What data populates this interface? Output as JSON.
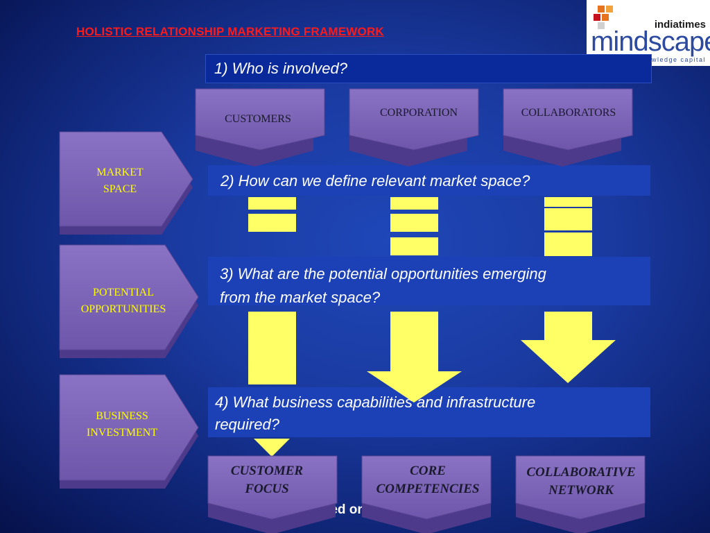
{
  "title": "HOLISTIC RELATIONSHIP MARKETING FRAMEWORK",
  "logo": {
    "top": "indiatimes",
    "main": "mindscape",
    "sub": "wledge capital"
  },
  "questions": {
    "q1": "1) Who is involved?",
    "q2": "2) How can we define relevant market space?",
    "q3_line1": "3) What are the potential opportunities emerging",
    "q3_line2": "from the market space?",
    "q4_line1": "4) What business capabilities and infrastructure",
    "q4_line2": "required?"
  },
  "top_boxes": [
    "CUSTOMERS",
    "CORPORATION",
    "COLLABORATORS"
  ],
  "left_boxes": [
    {
      "line1": "MARKET",
      "line2": "SPACE"
    },
    {
      "line1": "POTENTIAL",
      "line2": "OPPORTUNITIES"
    },
    {
      "line1": "BUSINESS",
      "line2": "INVESTMENT"
    }
  ],
  "bottom_boxes": [
    {
      "line1": "CUSTOMER",
      "line2": "FOCUS"
    },
    {
      "line1": "CORE",
      "line2": "COMPETENCIES"
    },
    {
      "line1": "COLLABORATIVE",
      "line2": "NETWORK"
    }
  ],
  "partial_footer": "ted on C",
  "colors": {
    "box_fill": "#7b62b7",
    "arrow_yellow": "#ffff66",
    "title_red": "#ff1a1a",
    "panel_blue": "#1c40b5"
  }
}
